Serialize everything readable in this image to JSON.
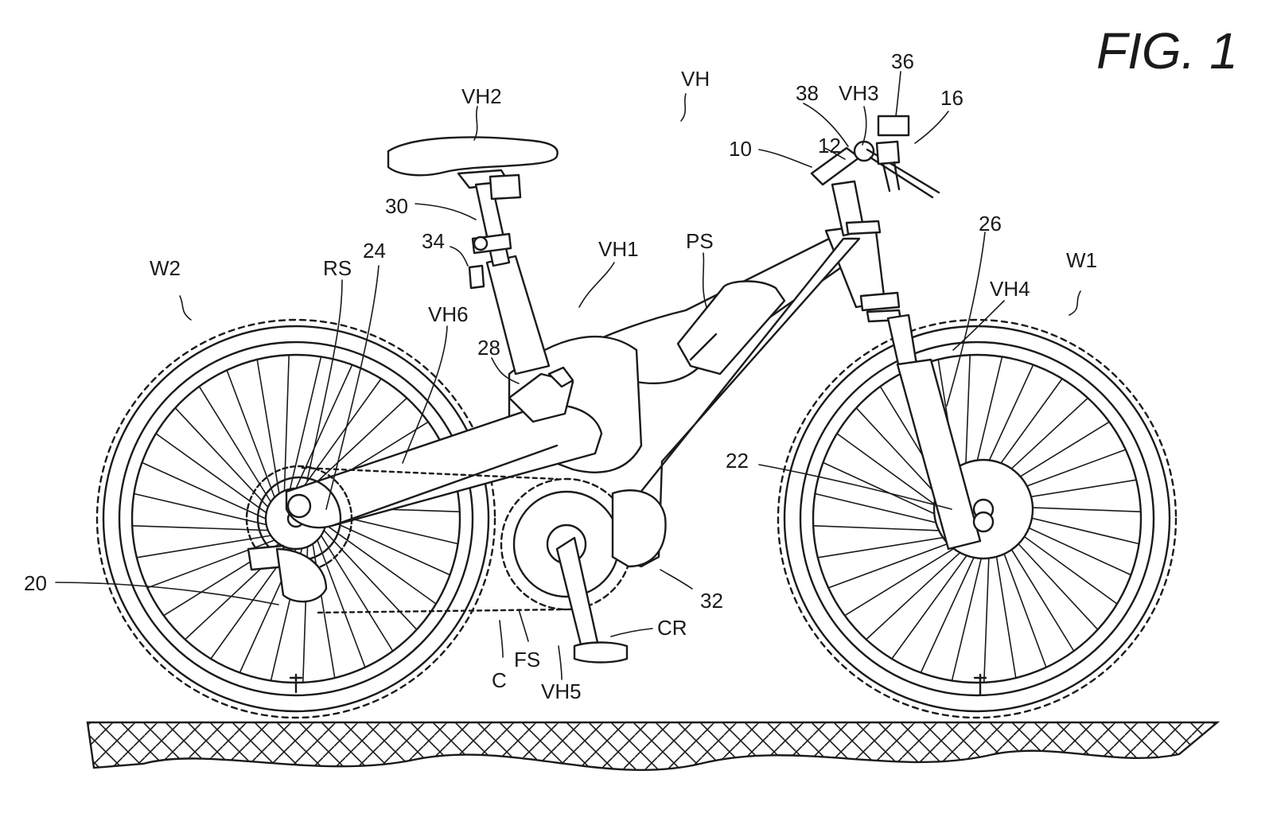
{
  "figure": {
    "title": "FIG. 1"
  },
  "labels": {
    "vh": "VH",
    "vh1": "VH1",
    "vh2": "VH2",
    "vh3": "VH3",
    "vh4": "VH4",
    "vh5": "VH5",
    "vh6": "VH6",
    "w1": "W1",
    "w2": "W2",
    "ps": "PS",
    "rs": "RS",
    "fs": "FS",
    "c": "C",
    "cr": "CR",
    "n10": "10",
    "n12": "12",
    "n16": "16",
    "n20": "20",
    "n22": "22",
    "n24": "24",
    "n26": "26",
    "n28": "28",
    "n30": "30",
    "n32": "32",
    "n34": "34",
    "n36": "36",
    "n38": "38"
  }
}
